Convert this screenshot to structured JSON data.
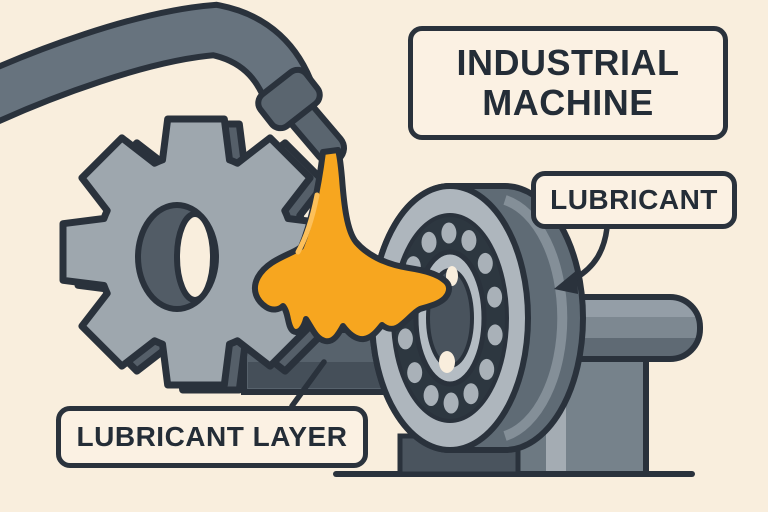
{
  "diagram": {
    "title": "Industrial machine lubrication illustration",
    "labels": {
      "industrial_machine": {
        "line1": "INDUSTRIAL",
        "line2": "MACHINE"
      },
      "lubricant": {
        "text": "LUBRICANT"
      },
      "lubricant_layer": {
        "text": "LUBRICANT LAYER"
      }
    },
    "parts": [
      "oil-hose",
      "hose-collar",
      "nozzle",
      "gear",
      "gear-hub",
      "lubricant-stream-splash",
      "shaft",
      "ball-bearing",
      "machine-pedestal",
      "machine-arm",
      "ground-line",
      "lubricant-arrow",
      "lubricant-layer-leader-line"
    ],
    "colors": {
      "background": "#f9eedd",
      "outline": "#2a323c",
      "label_text": "#242d37",
      "lubricant_orange": "#f7a61f",
      "lubricant_highlight": "#fdc05a",
      "gear_light": "#9ea7ae",
      "gear_shadow": "#555f69",
      "hose_gray": "#67737e",
      "bearing_outer": "#aeb6bd",
      "bearing_race": "#2d3740",
      "bearing_balls": "#a9b1b8",
      "machine_gray": "#76828b"
    }
  }
}
